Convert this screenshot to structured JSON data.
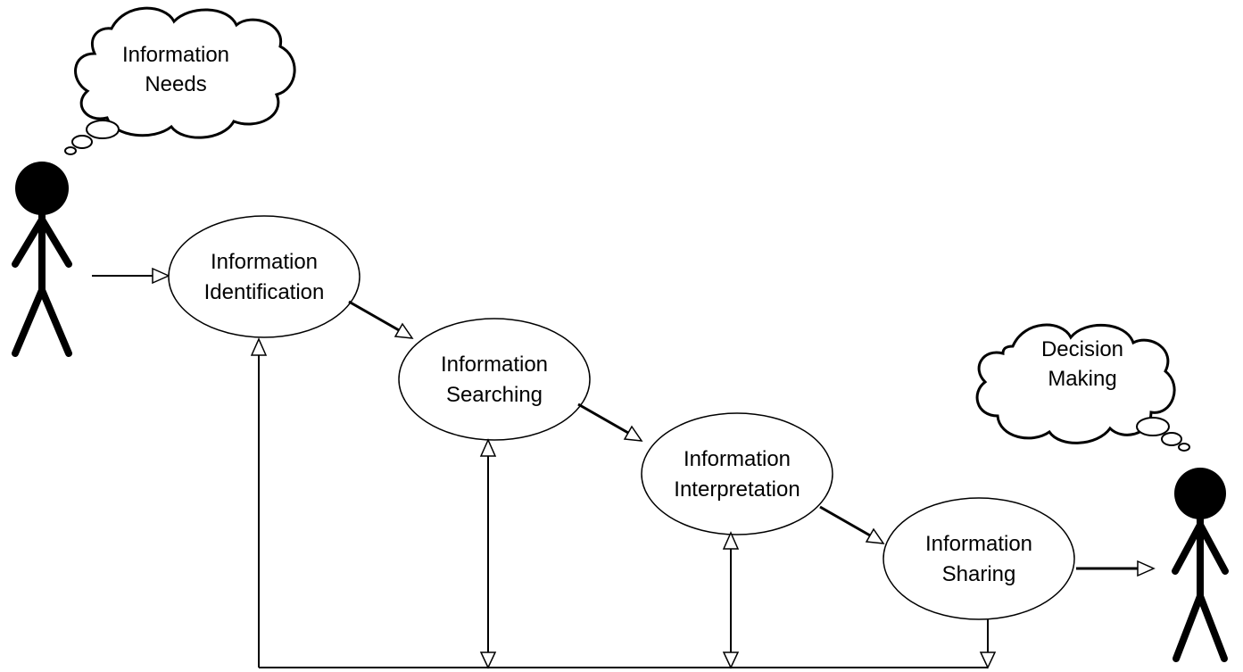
{
  "diagram": {
    "actors": {
      "left": {},
      "right": {}
    },
    "thoughts": {
      "start": {
        "line1": "Information",
        "line2": "Needs"
      },
      "end": {
        "line1": "Decision",
        "line2": "Making"
      }
    },
    "steps": [
      {
        "line1": "Information",
        "line2": "Identification"
      },
      {
        "line1": "Information",
        "line2": "Searching"
      },
      {
        "line1": "Information",
        "line2": "Interpretation"
      },
      {
        "line1": "Information",
        "line2": "Sharing"
      }
    ],
    "colors": {
      "stroke": "#000000",
      "fill": "#ffffff",
      "figure": "#000000"
    }
  }
}
